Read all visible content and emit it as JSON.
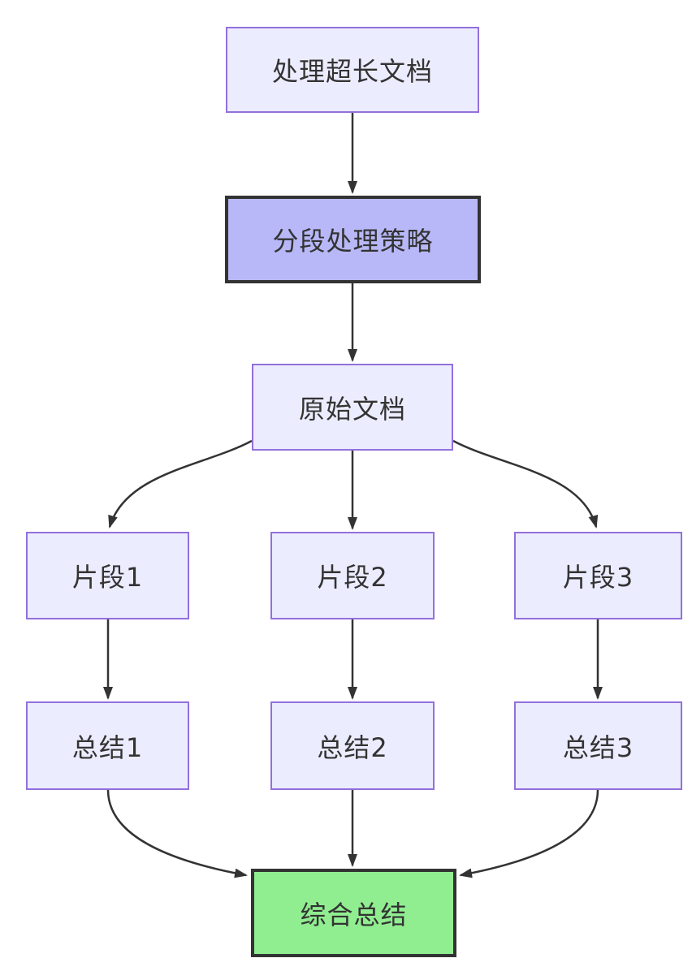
{
  "diagram": {
    "type": "flowchart",
    "direction": "top-down",
    "nodes": [
      {
        "id": "start",
        "label": "处理超长文档",
        "fill": "#ECECFF",
        "border": "#9370DB"
      },
      {
        "id": "strategy",
        "label": "分段处理策略",
        "fill": "#B8B8F8",
        "border": "#333333"
      },
      {
        "id": "original",
        "label": "原始文档",
        "fill": "#ECECFF",
        "border": "#9370DB"
      },
      {
        "id": "frag1",
        "label": "片段1",
        "fill": "#ECECFF",
        "border": "#9370DB"
      },
      {
        "id": "frag2",
        "label": "片段2",
        "fill": "#ECECFF",
        "border": "#9370DB"
      },
      {
        "id": "frag3",
        "label": "片段3",
        "fill": "#ECECFF",
        "border": "#9370DB"
      },
      {
        "id": "sum1",
        "label": "总结1",
        "fill": "#ECECFF",
        "border": "#9370DB"
      },
      {
        "id": "sum2",
        "label": "总结2",
        "fill": "#ECECFF",
        "border": "#9370DB"
      },
      {
        "id": "sum3",
        "label": "总结3",
        "fill": "#ECECFF",
        "border": "#9370DB"
      },
      {
        "id": "final",
        "label": "综合总结",
        "fill": "#90EE90",
        "border": "#333333"
      }
    ],
    "edges": [
      {
        "from": "start",
        "to": "strategy"
      },
      {
        "from": "strategy",
        "to": "original"
      },
      {
        "from": "original",
        "to": "frag1"
      },
      {
        "from": "original",
        "to": "frag2"
      },
      {
        "from": "original",
        "to": "frag3"
      },
      {
        "from": "frag1",
        "to": "sum1"
      },
      {
        "from": "frag2",
        "to": "sum2"
      },
      {
        "from": "frag3",
        "to": "sum3"
      },
      {
        "from": "sum1",
        "to": "final"
      },
      {
        "from": "sum2",
        "to": "final"
      },
      {
        "from": "sum3",
        "to": "final"
      }
    ],
    "colors": {
      "background": "#FFFFFF",
      "node_fill": "#ECECFF",
      "node_border": "#9370DB",
      "highlight_fill": "#B8B8F8",
      "highlight_border": "#333333",
      "final_fill": "#90EE90",
      "final_border": "#333333",
      "edge_color": "#333333",
      "text_color": "#333333"
    }
  }
}
